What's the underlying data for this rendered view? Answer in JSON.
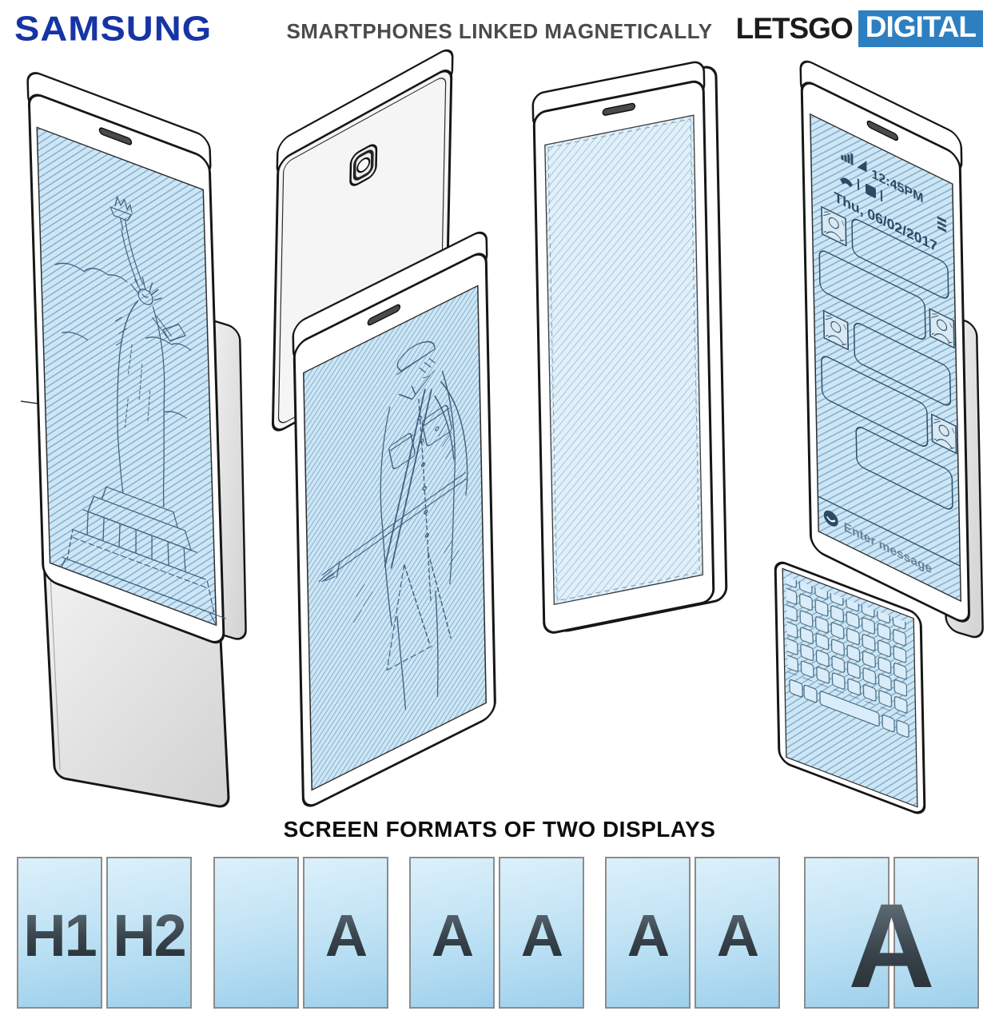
{
  "header": {
    "samsung_logo": "SAMSUNG",
    "samsung_blue": "#1634a6",
    "title": "SMARTPHONES LINKED MAGNETICALLY",
    "title_color": "#4b4b4d",
    "letsgo": "LETSGO",
    "digital": "DIGITAL",
    "letsgo_black": "#1c1c1c",
    "digital_box_blue": "#2e7fc1"
  },
  "figures": {
    "screen_hatch_blue": "#cde6f5",
    "hatch_line_blue": "#7fa9c6",
    "pale_screen_blue": "#e2f0fa",
    "phone1": {
      "content": "statue-of-liberty-sketch"
    },
    "phone2": {
      "content": "rear-camera-and-portrait-photo-sketch"
    },
    "phone3": {
      "content": "empty-hatched-dual-display"
    },
    "phone4": {
      "status_time": "12:45PM",
      "status_date": "Thu, 06/02/2017",
      "message_placeholder": "Enter message"
    }
  },
  "bottom": {
    "heading": "SCREEN FORMATS OF TWO DISPLAYS",
    "pairs": [
      {
        "left": "H1",
        "right": "H2"
      },
      {
        "left": "",
        "right": "A"
      },
      {
        "left": "A",
        "right": "A"
      },
      {
        "left": "A",
        "right": "A"
      },
      {
        "left": "",
        "right": "",
        "span": "A"
      }
    ]
  }
}
